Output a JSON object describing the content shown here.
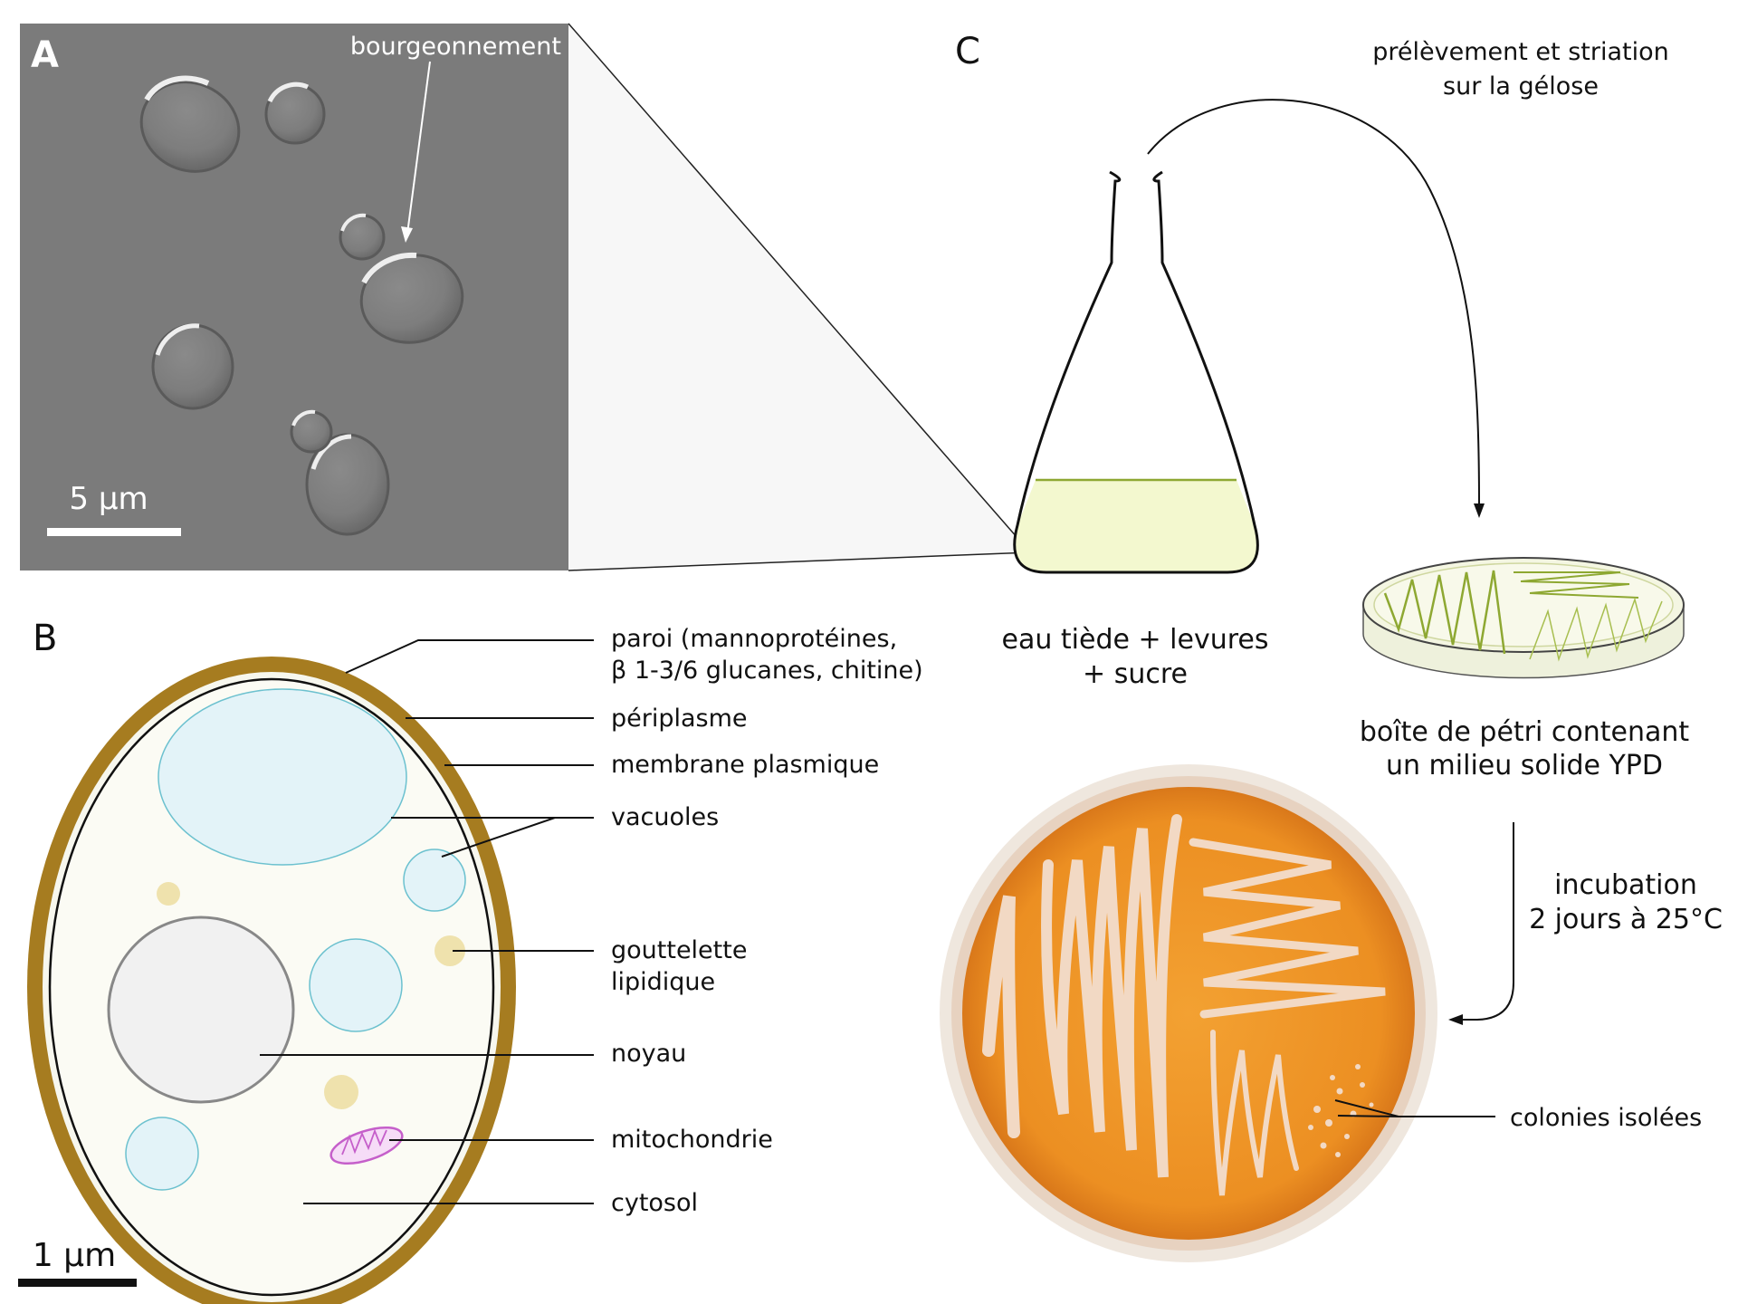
{
  "panels": {
    "a": {
      "letter": "A",
      "budding_label": "bourgeonnement",
      "scale_label": "5 µm"
    },
    "b": {
      "letter": "B",
      "scale_label": "1 µm",
      "labels": {
        "wall_line1": "paroi (mannoprotéines,",
        "wall_line2": "β 1-3/6 glucanes, chitine)",
        "periplasm": "périplasme",
        "membrane": "membrane plasmique",
        "vacuoles": "vacuoles",
        "lipid_line1": "gouttelette",
        "lipid_line2": "lipidique",
        "nucleus": "noyau",
        "mitochondria": "mitochondrie",
        "cytosol": "cytosol"
      }
    },
    "c": {
      "letter": "C",
      "streak_line1": "prélèvement et striation",
      "streak_line2": "sur la gélose",
      "flask_line1": "eau tiède + levures",
      "flask_line2": "+ sucre",
      "petri_line1": "boîte de pétri contenant",
      "petri_line2": "un milieu solide YPD",
      "incubation_line1": "incubation",
      "incubation_line2": "2 jours à 25°C",
      "colonies": "colonies isolées"
    }
  },
  "colors": {
    "micrograph_bg": "#7b7b7b",
    "cell_wall": "#a67c20",
    "cytosol": "#fbfbf4",
    "vacuole": "#e3f3f8",
    "vacuole_stroke": "#6cc1cf",
    "lipid": "#efe2ad",
    "nucleus": "#f1f1f1",
    "mitochondria": "#d27fd6",
    "flask_liquid": "#f3f8cf",
    "streak": "#8ea832",
    "agar": "#ef9a2c"
  }
}
